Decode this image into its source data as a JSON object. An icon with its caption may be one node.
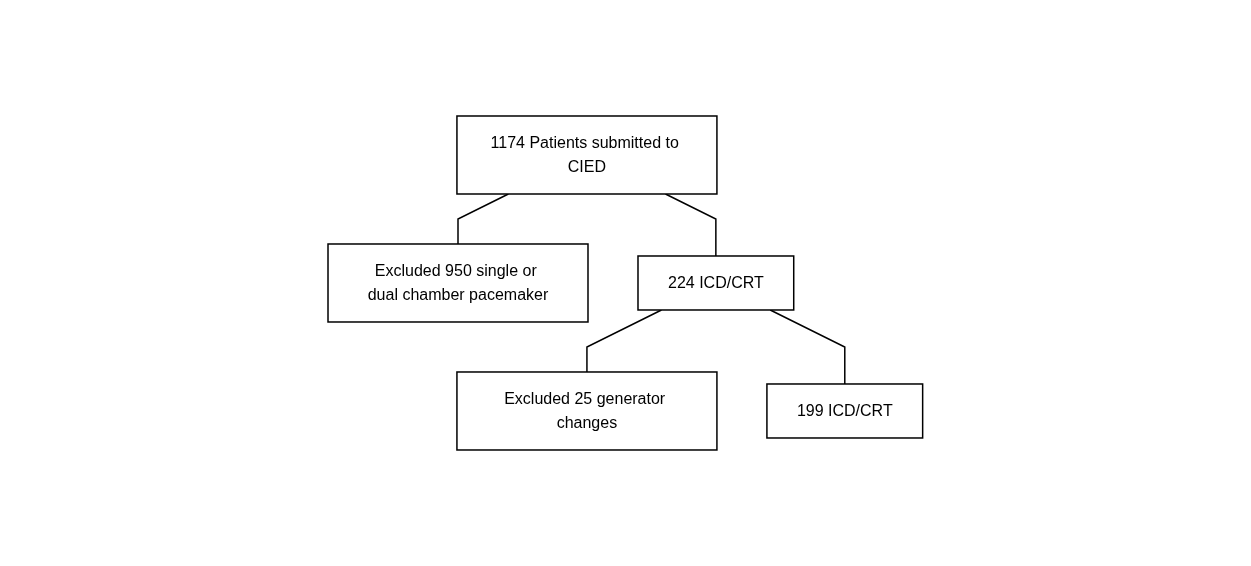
{
  "diagram": {
    "nodes": [
      {
        "text": [
          "1174 Patients submitted to CIED"
        ]
      },
      {
        "text": [
          "Excluded 950 single or dual chamber pacemaker"
        ]
      },
      {
        "text": [
          "224 ICD/CRT"
        ]
      },
      {
        "text": [
          "Excluded 25 generator changes"
        ]
      },
      {
        "text": [
          "199 ICD/CRT"
        ]
      }
    ],
    "edges": [
      {
        "from": 0,
        "to": 1,
        "arrow": "none"
      },
      {
        "from": 0,
        "to": 2,
        "arrow": "none"
      },
      {
        "from": 2,
        "to": 3,
        "arrow": "none"
      },
      {
        "from": 2,
        "to": 4,
        "arrow": "none"
      }
    ]
  }
}
